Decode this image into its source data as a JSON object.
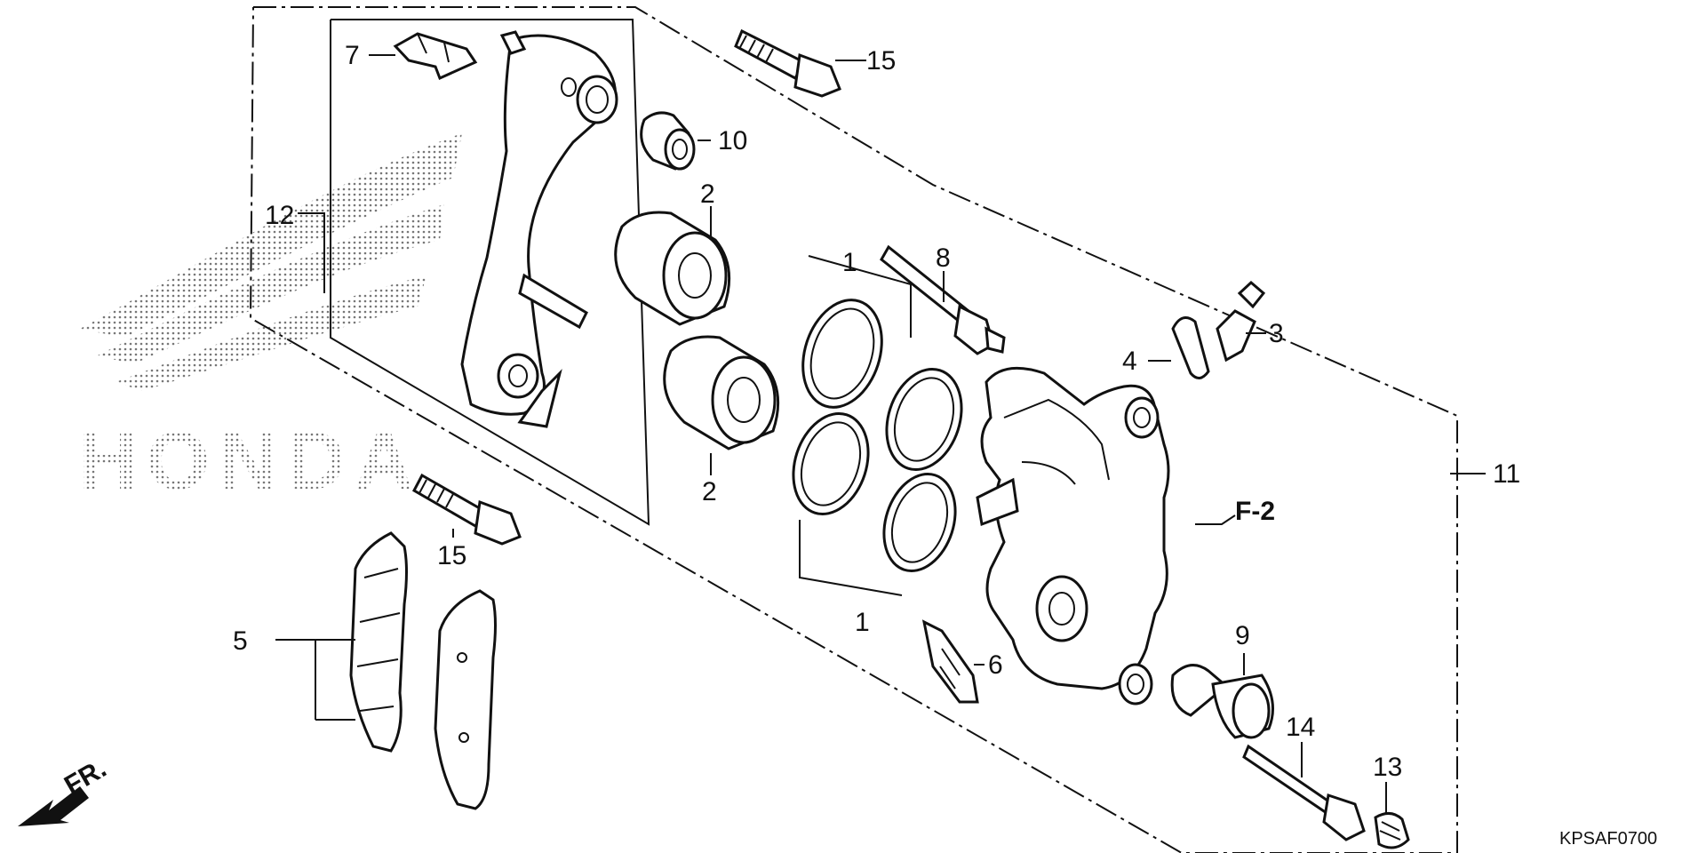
{
  "diagram": {
    "callouts": {
      "c1_top": "1",
      "c1_bottom": "1",
      "c2_top": "2",
      "c2_bottom": "2",
      "c3": "3",
      "c4": "4",
      "c5": "5",
      "c6": "6",
      "c7": "7",
      "c8": "8",
      "c9": "9",
      "c10": "10",
      "c11": "11",
      "c12": "12",
      "c13": "13",
      "c14": "14",
      "c15_top": "15",
      "c15_bottom": "15"
    },
    "reference": "F-2",
    "front_marker": "FR.",
    "diagram_code": "KPSAF0700",
    "watermark": "HONDA"
  }
}
